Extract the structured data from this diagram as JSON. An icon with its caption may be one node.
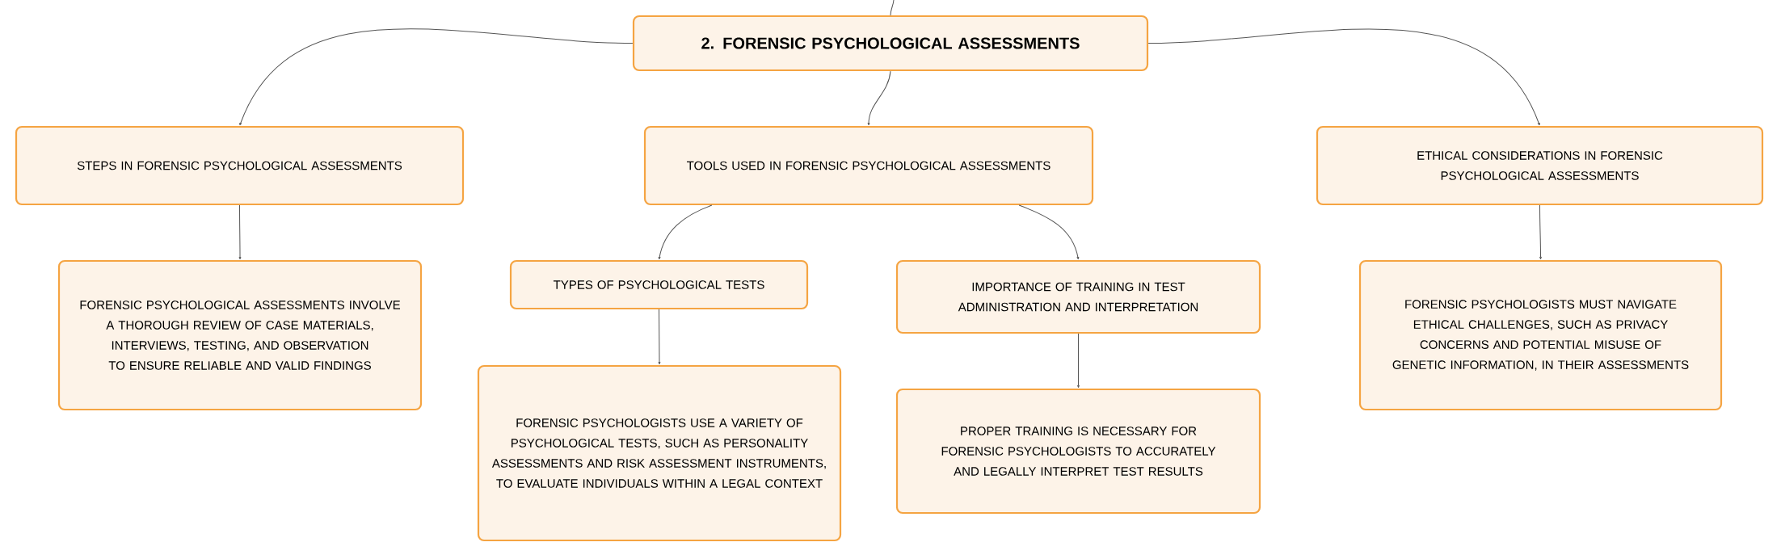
{
  "diagram": {
    "nodes": [
      {
        "text": [
          "2. FORENSIC PSYCHOLOGICAL ASSESSMENTS"
        ]
      },
      {
        "text": [
          "STEPS IN FORENSIC PSYCHOLOGICAL ASSESSMENTS"
        ]
      },
      {
        "text": [
          "TOOLS USED IN FORENSIC PSYCHOLOGICAL ASSESSMENTS"
        ]
      },
      {
        "text": [
          "ETHICAL CONSIDERATIONS IN FORENSIC PSYCHOLOGICAL ASSESSMENTS"
        ]
      },
      {
        "text": [
          "FORENSIC PSYCHOLOGICAL ASSESSMENTS INVOLVE A THOROUGH REVIEW OF CASE MATERIALS, INTERVIEWS, TESTING, AND OBSERVATION TO ENSURE RELIABLE AND VALID FINDINGS"
        ]
      },
      {
        "text": [
          "TYPES OF PSYCHOLOGICAL TESTS"
        ]
      },
      {
        "text": [
          "IMPORTANCE OF TRAINING IN TEST ADMINISTRATION AND INTERPRETATION"
        ]
      },
      {
        "text": [
          "FORENSIC PSYCHOLOGISTS USE A VARIETY OF PSYCHOLOGICAL TESTS, SUCH AS PERSONALITY ASSESSMENTS AND RISK ASSESSMENT INSTRUMENTS, TO EVALUATE INDIVIDUALS WITHIN A LEGAL CONTEXT"
        ]
      },
      {
        "text": [
          "PROPER TRAINING IS NECESSARY FOR FORENSIC PSYCHOLOGISTS TO ACCURATELY AND LEGALLY INTERPRET TEST RESULTS"
        ]
      },
      {
        "text": [
          "FORENSIC PSYCHOLOGISTS MUST NAVIGATE ETHICAL CHALLENGES, SUCH AS PRIVACY CONCERNS AND POTENTIAL MISUSE OF GENETIC INFORMATION, IN THEIR ASSESSMENTS"
        ]
      }
    ],
    "edges": [
      {
        "from": null,
        "to": 0,
        "arrow": "none"
      },
      {
        "from": 0,
        "to": 1,
        "arrow": "to"
      },
      {
        "from": 0,
        "to": 2,
        "arrow": "to"
      },
      {
        "from": 0,
        "to": 3,
        "arrow": "to"
      },
      {
        "from": 1,
        "to": 4,
        "arrow": "to"
      },
      {
        "from": 2,
        "to": 5,
        "arrow": "to"
      },
      {
        "from": 2,
        "to": 6,
        "arrow": "to"
      },
      {
        "from": 5,
        "to": 7,
        "arrow": "to"
      },
      {
        "from": 6,
        "to": 8,
        "arrow": "to"
      },
      {
        "from": 3,
        "to": 9,
        "arrow": "to"
      }
    ]
  }
}
